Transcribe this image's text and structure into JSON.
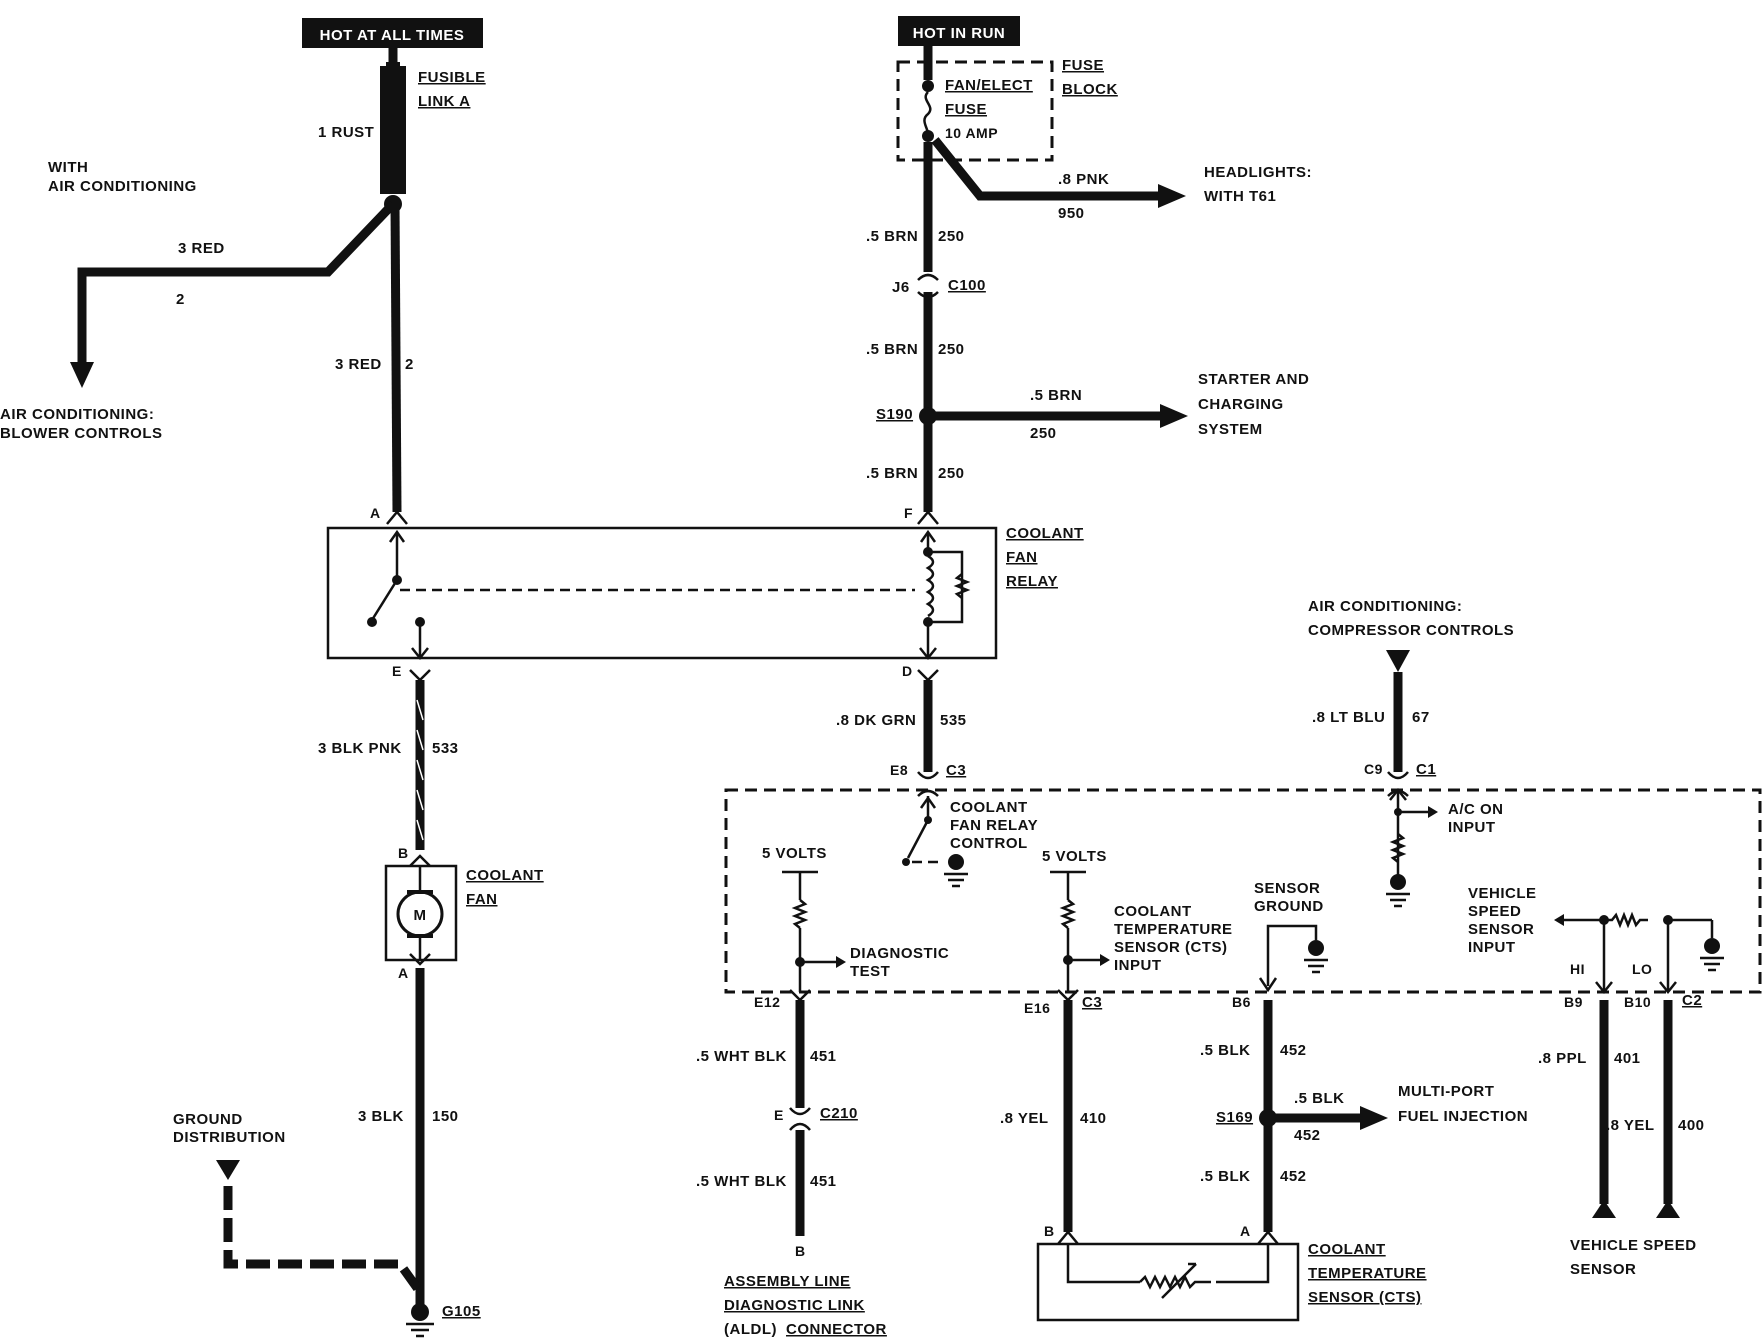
{
  "power": {
    "hot_at_all_times": "HOT AT ALL TIMES",
    "hot_in_run": "HOT IN RUN"
  },
  "fusible_link": {
    "line1": "FUSIBLE",
    "line2": "LINK A",
    "wire": "1 RUST"
  },
  "with_ac": {
    "line1": "WITH",
    "line2": "AIR CONDITIONING"
  },
  "ac_blower": {
    "wire": "3 RED",
    "circuit": "2",
    "line1": "AIR CONDITIONING:",
    "line2": "BLOWER CONTROLS"
  },
  "red_feed": {
    "wire": "3 RED",
    "circuit": "2"
  },
  "fuse_block": {
    "line1": "FUSE",
    "line2": "BLOCK",
    "fuse_line1": "FAN/ELECT",
    "fuse_line2": "FUSE",
    "fuse_rating": "10 AMP"
  },
  "headlights": {
    "wire": ".8 PNK",
    "circuit": "950",
    "line1": "HEADLIGHTS:",
    "line2": "WITH T61"
  },
  "brn_feed": {
    "wire1": ".5 BRN",
    "circuit1": "250",
    "pin_j6": "J6",
    "conn_c100": "C100",
    "wire2": ".5 BRN",
    "circuit2": "250",
    "splice_s190": "S190",
    "wire3": ".5 BRN",
    "circuit3": "250"
  },
  "starter": {
    "wire": ".5 BRN",
    "circuit": "250",
    "line1": "STARTER AND",
    "line2": "CHARGING",
    "line3": "SYSTEM"
  },
  "relay": {
    "line1": "COOLANT",
    "line2": "FAN",
    "line3": "RELAY",
    "pin_a": "A",
    "pin_f": "F",
    "pin_e": "E",
    "pin_d": "D"
  },
  "fan_feed": {
    "wire": "3 BLK PNK",
    "circuit": "533"
  },
  "coolant_fan": {
    "line1": "COOLANT",
    "line2": "FAN",
    "motor": "M",
    "pin_b": "B",
    "pin_a": "A"
  },
  "fan_ground": {
    "wire": "3 BLK",
    "circuit": "150",
    "g105": "G105"
  },
  "ground_dist": {
    "line1": "GROUND",
    "line2": "DISTRIBUTION"
  },
  "relay_control": {
    "wire": ".8 DK GRN",
    "circuit": "535",
    "pin": "E8",
    "conn": "C3",
    "line1": "COOLANT",
    "line2": "FAN RELAY",
    "line3": "CONTROL"
  },
  "ac_compressor": {
    "line1": "AIR CONDITIONING:",
    "line2": "COMPRESSOR CONTROLS",
    "wire": ".8 LT BLU",
    "circuit": "67",
    "pin": "C9",
    "conn": "C1",
    "input_line1": "A/C ON",
    "input_line2": "INPUT"
  },
  "ecm": {
    "five_volts_1": "5 VOLTS",
    "diag_line1": "DIAGNOSTIC",
    "diag_line2": "TEST",
    "five_volts_2": "5 VOLTS",
    "cts_line1": "COOLANT",
    "cts_line2": "TEMPERATURE",
    "cts_line3": "SENSOR (CTS)",
    "cts_line4": "INPUT",
    "sensor_ground_1": "SENSOR",
    "sensor_ground_2": "GROUND",
    "vss_line1": "VEHICLE",
    "vss_line2": "SPEED",
    "vss_line3": "SENSOR",
    "vss_line4": "INPUT",
    "hi": "HI",
    "lo": "LO"
  },
  "aldl": {
    "pin_e12": "E12",
    "wire1": ".5 WHT BLK",
    "circuit1": "451",
    "pin_e": "E",
    "conn_c210": "C210",
    "wire2": ".5 WHT BLK",
    "circuit2": "451",
    "pin_b": "B",
    "line1": "ASSEMBLY LINE",
    "line2": "DIAGNOSTIC LINK",
    "line3": "(ALDL)",
    "line3b": "CONNECTOR"
  },
  "cts_wire": {
    "pin": "E16",
    "conn": "C3",
    "wire": ".8 YEL",
    "circuit": "410"
  },
  "sensor_ground_wire": {
    "pin": "B6",
    "wire1": ".5 BLK",
    "circuit1": "452",
    "splice": "S169",
    "branch_wire": ".5 BLK",
    "branch_circuit": "452",
    "wire2": ".5 BLK",
    "circuit2": "452",
    "mpfi_line1": "MULTI-PORT",
    "mpfi_line2": "FUEL INJECTION"
  },
  "cts_sensor": {
    "pin_b": "B",
    "pin_a": "A",
    "line1": "COOLANT",
    "line2": "TEMPERATURE",
    "line3": "SENSOR (CTS)"
  },
  "vss_wires": {
    "pin_b9": "B9",
    "pin_b10": "B10",
    "conn": "C2",
    "wire_hi": ".8 PPL",
    "circuit_hi": "401",
    "wire_lo": ".8 YEL",
    "circuit_lo": "400",
    "line1": "VEHICLE SPEED",
    "line2": "SENSOR"
  }
}
